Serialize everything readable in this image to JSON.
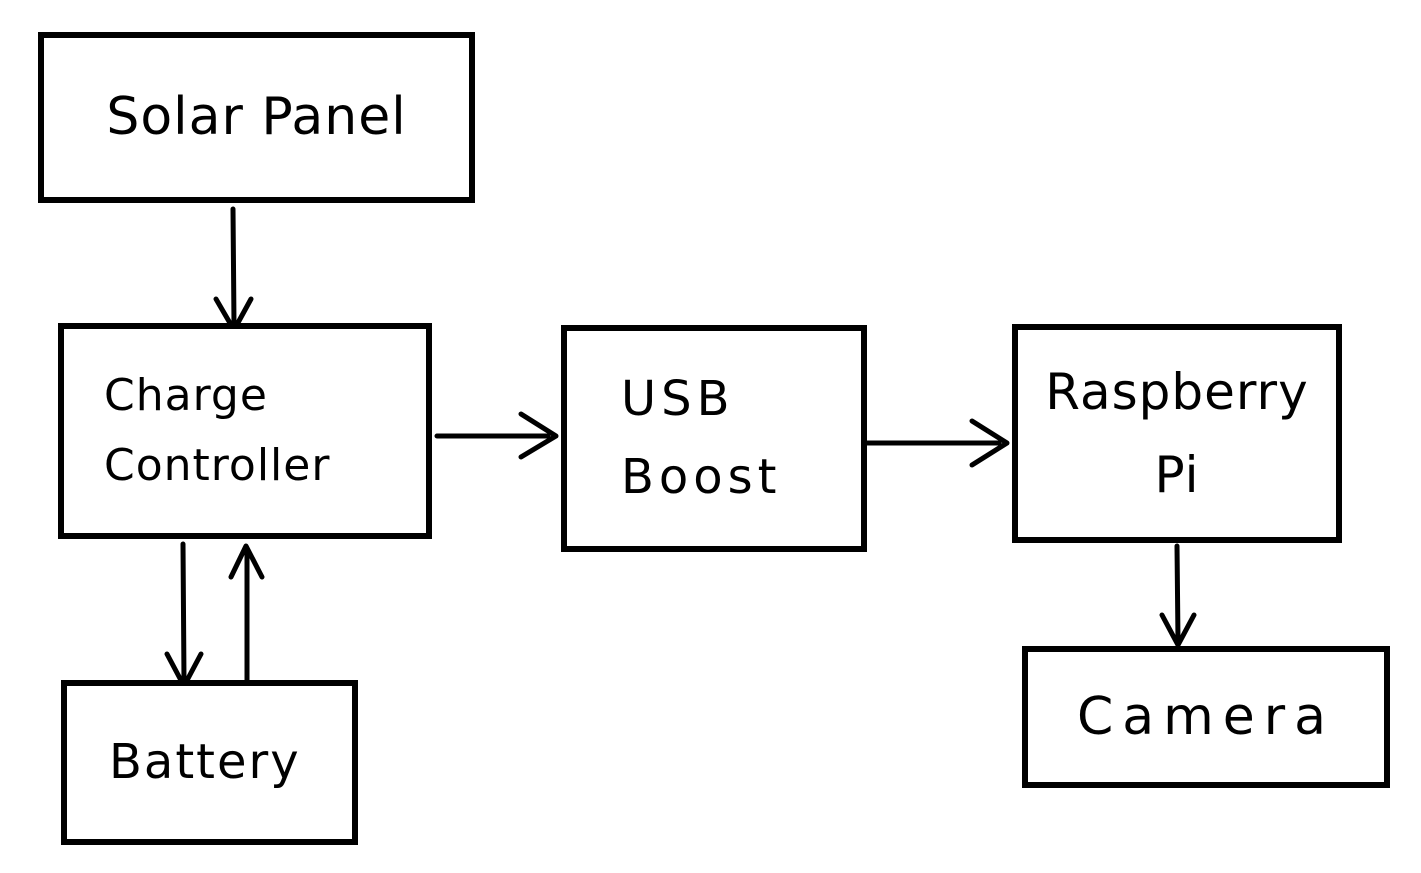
{
  "diagram": {
    "background_color": "#ffffff",
    "stroke_color": "#000000",
    "style": "hand-drawn",
    "nodes": [
      {
        "id": "solar-panel",
        "label": "Solar Panel"
      },
      {
        "id": "charge-controller",
        "label": "Charge\nController"
      },
      {
        "id": "battery",
        "label": "Battery"
      },
      {
        "id": "usb-boost",
        "label": "USB\nBoost"
      },
      {
        "id": "raspberry-pi",
        "label": "Raspberry\nPi"
      },
      {
        "id": "camera",
        "label": "Camera"
      }
    ],
    "edges": [
      {
        "from": "solar-panel",
        "to": "charge-controller",
        "direction": "down"
      },
      {
        "from": "charge-controller",
        "to": "usb-boost",
        "direction": "right"
      },
      {
        "from": "usb-boost",
        "to": "raspberry-pi",
        "direction": "right"
      },
      {
        "from": "charge-controller",
        "to": "battery",
        "direction": "down"
      },
      {
        "from": "battery",
        "to": "charge-controller",
        "direction": "up"
      },
      {
        "from": "raspberry-pi",
        "to": "camera",
        "direction": "down"
      }
    ]
  }
}
